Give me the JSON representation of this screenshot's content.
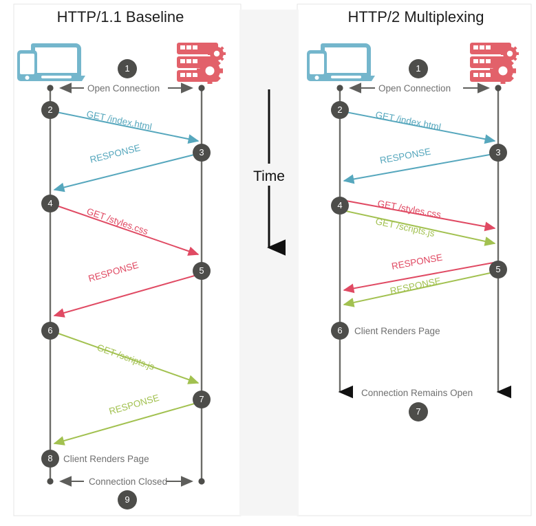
{
  "meta": {
    "center_axis_label": "Time",
    "colors": {
      "client_icon": "#74b6cc",
      "server_icon": "#e2616a",
      "teal": "#56a7bd",
      "red": "#e04a63",
      "green": "#a2c150",
      "badge": "#4d4d4a",
      "lifeline": "#6b6b68",
      "text": "#6f6f6f",
      "title": "#1d1d1d",
      "time_band": "#f5f5f5",
      "panel_border": "#e6e6e6"
    }
  },
  "panels": [
    {
      "id": "http11",
      "title": "HTTP/1.1 Baseline",
      "client_icon": "client-devices-icon",
      "server_icon": "server-gears-icon",
      "top_connector": {
        "label": "Open Connection",
        "badge": "1"
      },
      "bottom_connector": {
        "label": "Connection Closed",
        "badge": "9"
      },
      "messages": [
        {
          "badge": "2",
          "label": "GET /index.html",
          "color": "teal",
          "dir": "to-server"
        },
        {
          "badge": "3",
          "label": "RESPONSE",
          "color": "teal",
          "dir": "to-client"
        },
        {
          "badge": "4",
          "label": "GET /styles.css",
          "color": "red",
          "dir": "to-server"
        },
        {
          "badge": "5",
          "label": "RESPONSE",
          "color": "red",
          "dir": "to-client"
        },
        {
          "badge": "6",
          "label": "GET /scripts.js",
          "color": "green",
          "dir": "to-server"
        },
        {
          "badge": "7",
          "label": "RESPONSE",
          "color": "green",
          "dir": "to-client"
        }
      ],
      "notes": [
        {
          "badge": "8",
          "label": "Client Renders Page"
        }
      ]
    },
    {
      "id": "http2",
      "title": "HTTP/2 Multiplexing",
      "client_icon": "client-devices-icon",
      "server_icon": "server-gears-icon",
      "top_connector": {
        "label": "Open Connection",
        "badge": "1"
      },
      "bottom_connector": {
        "label": "Connection Remains Open",
        "badge": "7"
      },
      "messages": [
        {
          "badge": "2",
          "label": "GET /index.html",
          "color": "teal",
          "dir": "to-server"
        },
        {
          "badge": "3",
          "label": "RESPONSE",
          "color": "teal",
          "dir": "to-client"
        },
        {
          "badge": "4",
          "label": "GET /styles.css",
          "color": "red",
          "dir": "to-server"
        },
        {
          "badge": "",
          "label": "GET /scripts.js",
          "color": "green",
          "dir": "to-server"
        },
        {
          "badge": "5",
          "label": "RESPONSE",
          "color": "red",
          "dir": "to-client"
        },
        {
          "badge": "",
          "label": "RESPONSE",
          "color": "green",
          "dir": "to-client"
        }
      ],
      "notes": [
        {
          "badge": "6",
          "label": "Client Renders Page"
        }
      ]
    }
  ]
}
